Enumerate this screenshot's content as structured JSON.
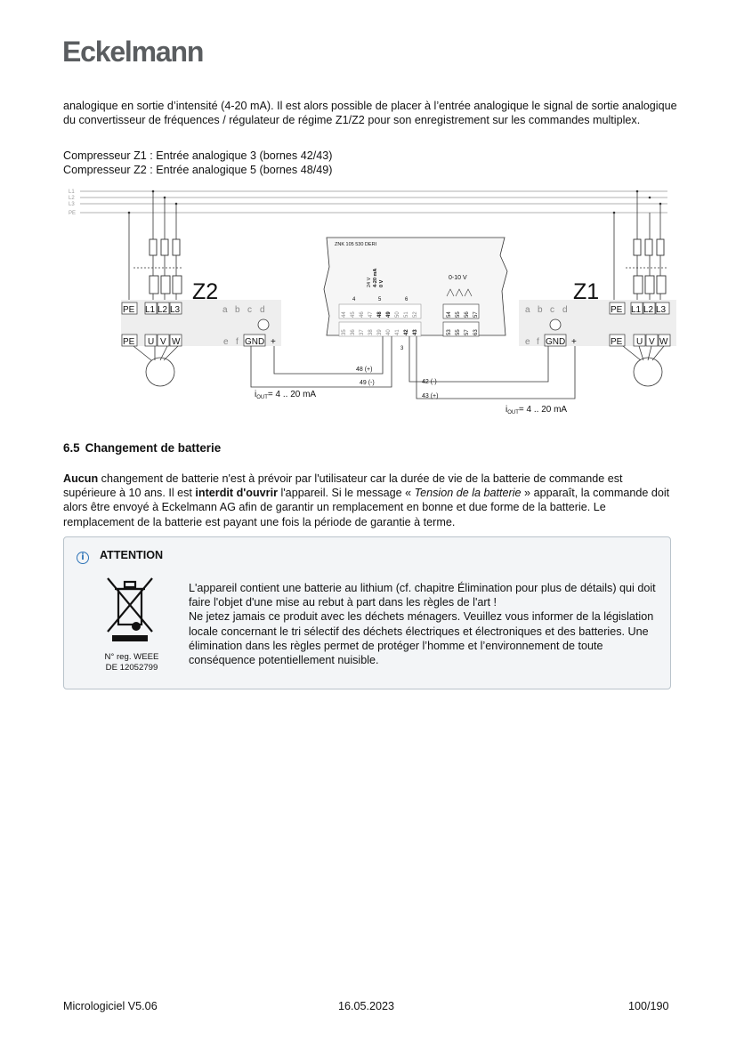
{
  "header": {
    "logo": "Eckelmann"
  },
  "intro": {
    "paragraph": "analogique en sortie d’intensité (4-20 mA). Il est alors possible de placer à l’entrée analogique le signal de sortie analogique du convertisseur de fréquences / régulateur de régime Z1/Z2 pour son enregistrement sur les commandes multiplex.",
    "z1": "Compresseur Z1 : Entrée analogique 3 (bornes 42/43)",
    "z2": "Compresseur Z2 : Entrée analogique 5 (bornes 48/49)"
  },
  "diagram": {
    "bus_lines": [
      "L1",
      "L2",
      "L3",
      "PE"
    ],
    "z2_label": "Z2",
    "z1_label": "Z1",
    "power_terms": [
      "PE",
      "L1",
      "L2",
      "L3"
    ],
    "motor_terms": [
      "PE",
      "U",
      "V",
      "W"
    ],
    "abcd_terms": [
      "a",
      "b",
      "c",
      "d"
    ],
    "ef_terms": [
      "e",
      "f"
    ],
    "gnd": "GND",
    "plus": "+",
    "controller_label": "ZNK 105 530 DERI",
    "out_010v": "0-10 V",
    "top_terms": [
      "44",
      "45",
      "46",
      "47",
      "48",
      "49",
      "50",
      "51",
      "52"
    ],
    "bottom_terms": [
      "35",
      "36",
      "37",
      "38",
      "39",
      "40",
      "41",
      "42",
      "43"
    ],
    "right_top_terms": [
      "54",
      "55",
      "56",
      "57"
    ],
    "right_bottom_terms": [
      "53",
      "55",
      "57",
      "63"
    ],
    "group_left": "4",
    "group_mid": "5",
    "group_right": "6",
    "group_bottom": "3",
    "small_vertical_labels": [
      "24 V",
      "4-20 mA",
      "0 V"
    ],
    "wire_48": "48 (+)",
    "wire_49": "49 (-)",
    "wire_42": "42 (-)",
    "wire_43": "43 (+)",
    "iout_z2": "= 4 .. 20 mA",
    "iout_z1": "= 4 .. 20 mA",
    "iout_symbol": "i",
    "iout_sub": "OUT"
  },
  "section": {
    "number": "6.5",
    "title": "Changement de batterie",
    "p_bold1": "Aucun",
    "p_text1": " changement de batterie n'est à prévoir par l'utilisateur car la durée de vie de la batterie de commande est supérieure à 10 ans. Il est ",
    "p_bold2": "interdit d'ouvrir",
    "p_text2": " l'appareil. Si le message « ",
    "p_italic": "Tension de la batterie",
    "p_text3": " » apparaît, la commande doit alors être envoyé à Eckelmann AG afin de garantir un remplacement en bonne et due forme de la batterie. Le remplacement de la batterie est payant une fois la période de garantie à terme."
  },
  "attention": {
    "icon": "info-icon",
    "title": "ATTENTION",
    "weee_caption_1": "N° reg. WEEE",
    "weee_caption_2": "DE 12052799",
    "text_1": "L'appareil contient une batterie au lithium (cf. chapitre Élimination pour plus de détails) qui doit faire l'objet d'une mise au rebut à part dans les règles de l'art !",
    "text_2": "Ne jetez jamais ce produit avec les déchets ménagers. Veuillez vous informer de la législation locale concernant le tri sélectif des déchets électriques et électroniques et des batteries. Une élimination dans les règles permet de protéger l’homme et l’environnement de toute conséquence potentiellement nuisible."
  },
  "footer": {
    "left": "Micrologiciel V5.06",
    "center": "16.05.2023",
    "right": "100/190"
  }
}
